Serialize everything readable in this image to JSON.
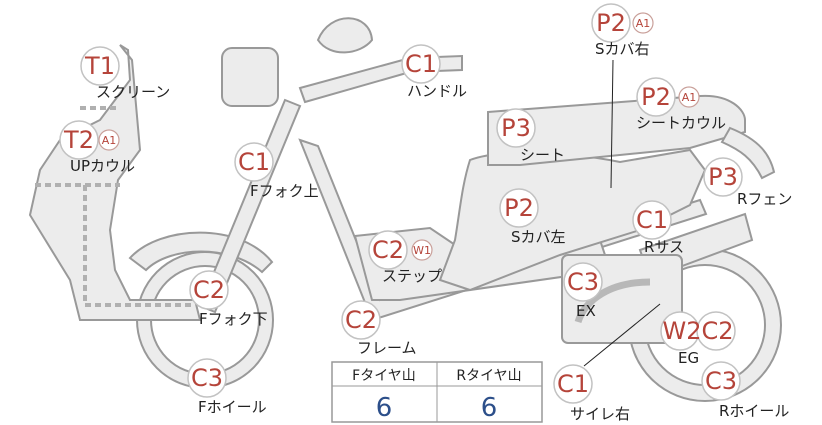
{
  "badges": [
    {
      "id": "t1",
      "code": "T1",
      "sub": "",
      "label": "スクリーン"
    },
    {
      "id": "t2",
      "code": "T2",
      "sub": "A1",
      "label": "UPカウル"
    },
    {
      "id": "c1_handle",
      "code": "C1",
      "sub": "",
      "label": "ハンドル"
    },
    {
      "id": "c1_fork_upper",
      "code": "C1",
      "sub": "",
      "label": "Fフォク上"
    },
    {
      "id": "c2_fork_lower",
      "code": "C2",
      "sub": "",
      "label": "Fフォク下"
    },
    {
      "id": "c3_front_wheel",
      "code": "C3",
      "sub": "",
      "label": "Fホイール"
    },
    {
      "id": "c2_step",
      "code": "C2",
      "sub": "W1",
      "label": "ステップ"
    },
    {
      "id": "c2_frame",
      "code": "C2",
      "sub": "",
      "label": "フレーム"
    },
    {
      "id": "p2_cover_right",
      "code": "P2",
      "sub": "A1",
      "label": "Sカバ右"
    },
    {
      "id": "p2_seat_cowl",
      "code": "P2",
      "sub": "A1",
      "label": "シートカウル"
    },
    {
      "id": "p3_seat",
      "code": "P3",
      "sub": "",
      "label": "シート"
    },
    {
      "id": "p3_rear_fender",
      "code": "P3",
      "sub": "",
      "label": "Rフェン"
    },
    {
      "id": "p2_cover_left",
      "code": "P2",
      "sub": "",
      "label": "Sカバ左"
    },
    {
      "id": "c1_rear_sus",
      "code": "C1",
      "sub": "",
      "label": "Rサス"
    },
    {
      "id": "c3_exhaust",
      "code": "C3",
      "sub": "",
      "label": "EX"
    },
    {
      "id": "w2c2_engine",
      "code": "W2C2",
      "sub": "",
      "label": "EG"
    },
    {
      "id": "c3_rear_wheel",
      "code": "C3",
      "sub": "",
      "label": "Rホイール"
    },
    {
      "id": "c1_muffler_right",
      "code": "C1",
      "sub": "",
      "label": "サイレ右"
    }
  ],
  "tread_table": {
    "headers": [
      "Fタイヤ山",
      "Rタイヤ山"
    ],
    "values": [
      "6",
      "6"
    ]
  },
  "colors": {
    "badge_code": "#b5443a",
    "part_fill": "#ececec",
    "part_stroke": "#999999",
    "table_value": "#2c4f8a"
  }
}
